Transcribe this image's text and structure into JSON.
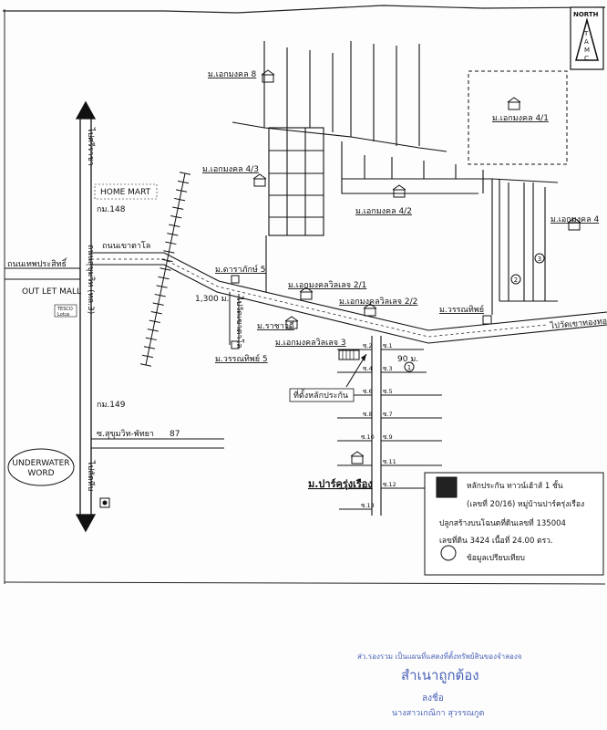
{
  "map": {
    "north_label": "NORTH",
    "north_letters": [
      "T",
      "A",
      "M",
      "C"
    ],
    "roads": {
      "road_to_sriracha": "ไปศรีราชา",
      "road_to_sattahip": "ไปสัตหีบ",
      "sukhumvit_road": "ถนนสุขุมวิท (ทล.3)",
      "thepprasit_road": "ถนนเทพประสิทธิ์",
      "khao_talo_road": "ถนนเขาตาโล",
      "to_wat_khao_talo": "ไปวัดเขาตาโล",
      "to_wat_khao_thong": "ไปวัดเขาทองทอง",
      "soi_sukhumvit_pattaya": "ซ.สุขุมวิท-พัทยา",
      "soi_sukhumvit_pattaya_no": "87"
    },
    "landmarks": {
      "home_mart": "HOME MART",
      "km148": "กม.148",
      "km149": "กม.149",
      "outlet_mall": "OUT LET MALL",
      "tesco_top": "TESCO",
      "tesco_bottom": "Lotus",
      "underwater_l1": "UNDERWATER",
      "underwater_l2": "WORD",
      "distance": "1,300 ม.",
      "distance_90": "90 ม.",
      "site_label": "ที่ตั้งหลักประกัน"
    },
    "villages": {
      "ekmongkol8": "ม.เอกมงคล 8",
      "ekmongkol4_1": "ม.เอกมงคล 4/1",
      "ekmongkol4_3": "ม.เอกมงคล 4/3",
      "ekmongkol4_2": "ม.เอกมงคล 4/2",
      "ekmongkol4": "ม.เอกมงคล 4",
      "daraphak5": "ม.ดาราภักษ์ 5",
      "ekmongkol_village2_1": "ม.เอกมงคลวิลเลจ 2/1",
      "ekmongkol_village2_2": "ม.เอกมงคลวิลเลจ 2/2",
      "ekmongkol_village3": "ม.เอกมงคลวิลเลจ 3",
      "rachawadee": "ม.ราชาวดี",
      "wannathip5": "ม.วรรณทิพย์ 5",
      "wannathip": "ม.วรรณทิพย์",
      "park_rung_rueang": "ม.ปาร์ครุ่งเรือง"
    },
    "sois": [
      "ซ.2",
      "ซ.1",
      "ซ.4",
      "ซ.3",
      "ซ.6",
      "ซ.5",
      "ซ.8",
      "ซ.7",
      "ซ.10",
      "ซ.9",
      "ซ.11",
      "ซ.12",
      "ซ.13"
    ],
    "circle_numbers": [
      "1",
      "2",
      "3"
    ],
    "legend": {
      "line1": "หลักประกัน ทาวน์เฮ้าส์ 1 ชั้น",
      "line2": "(เลขที่ 20/16) หมู่บ้านปาร์ครุ่งเรือง",
      "line3": "ปลูกสร้างบนโฉนดที่ดินเลขที่ 135004",
      "line4": "เลขที่ดิน 3424 เนื้อที่ 24.00 ตรว.",
      "line5": "ข้อมูลเปรียบเทียบ"
    }
  },
  "stamp": {
    "line1": "ส่ว.รองรวม เป็นแผนที่แสดงที่ตั้งทรัพย์สินของจำลองจ",
    "line2": "สำเนาถูกต้อง",
    "line3": "ลงชื่อ",
    "line4": "นางสาวเกณิกา สุวรรณกูต"
  },
  "colors": {
    "ink": "#111111",
    "stamp_blue": "#4a63b8"
  }
}
